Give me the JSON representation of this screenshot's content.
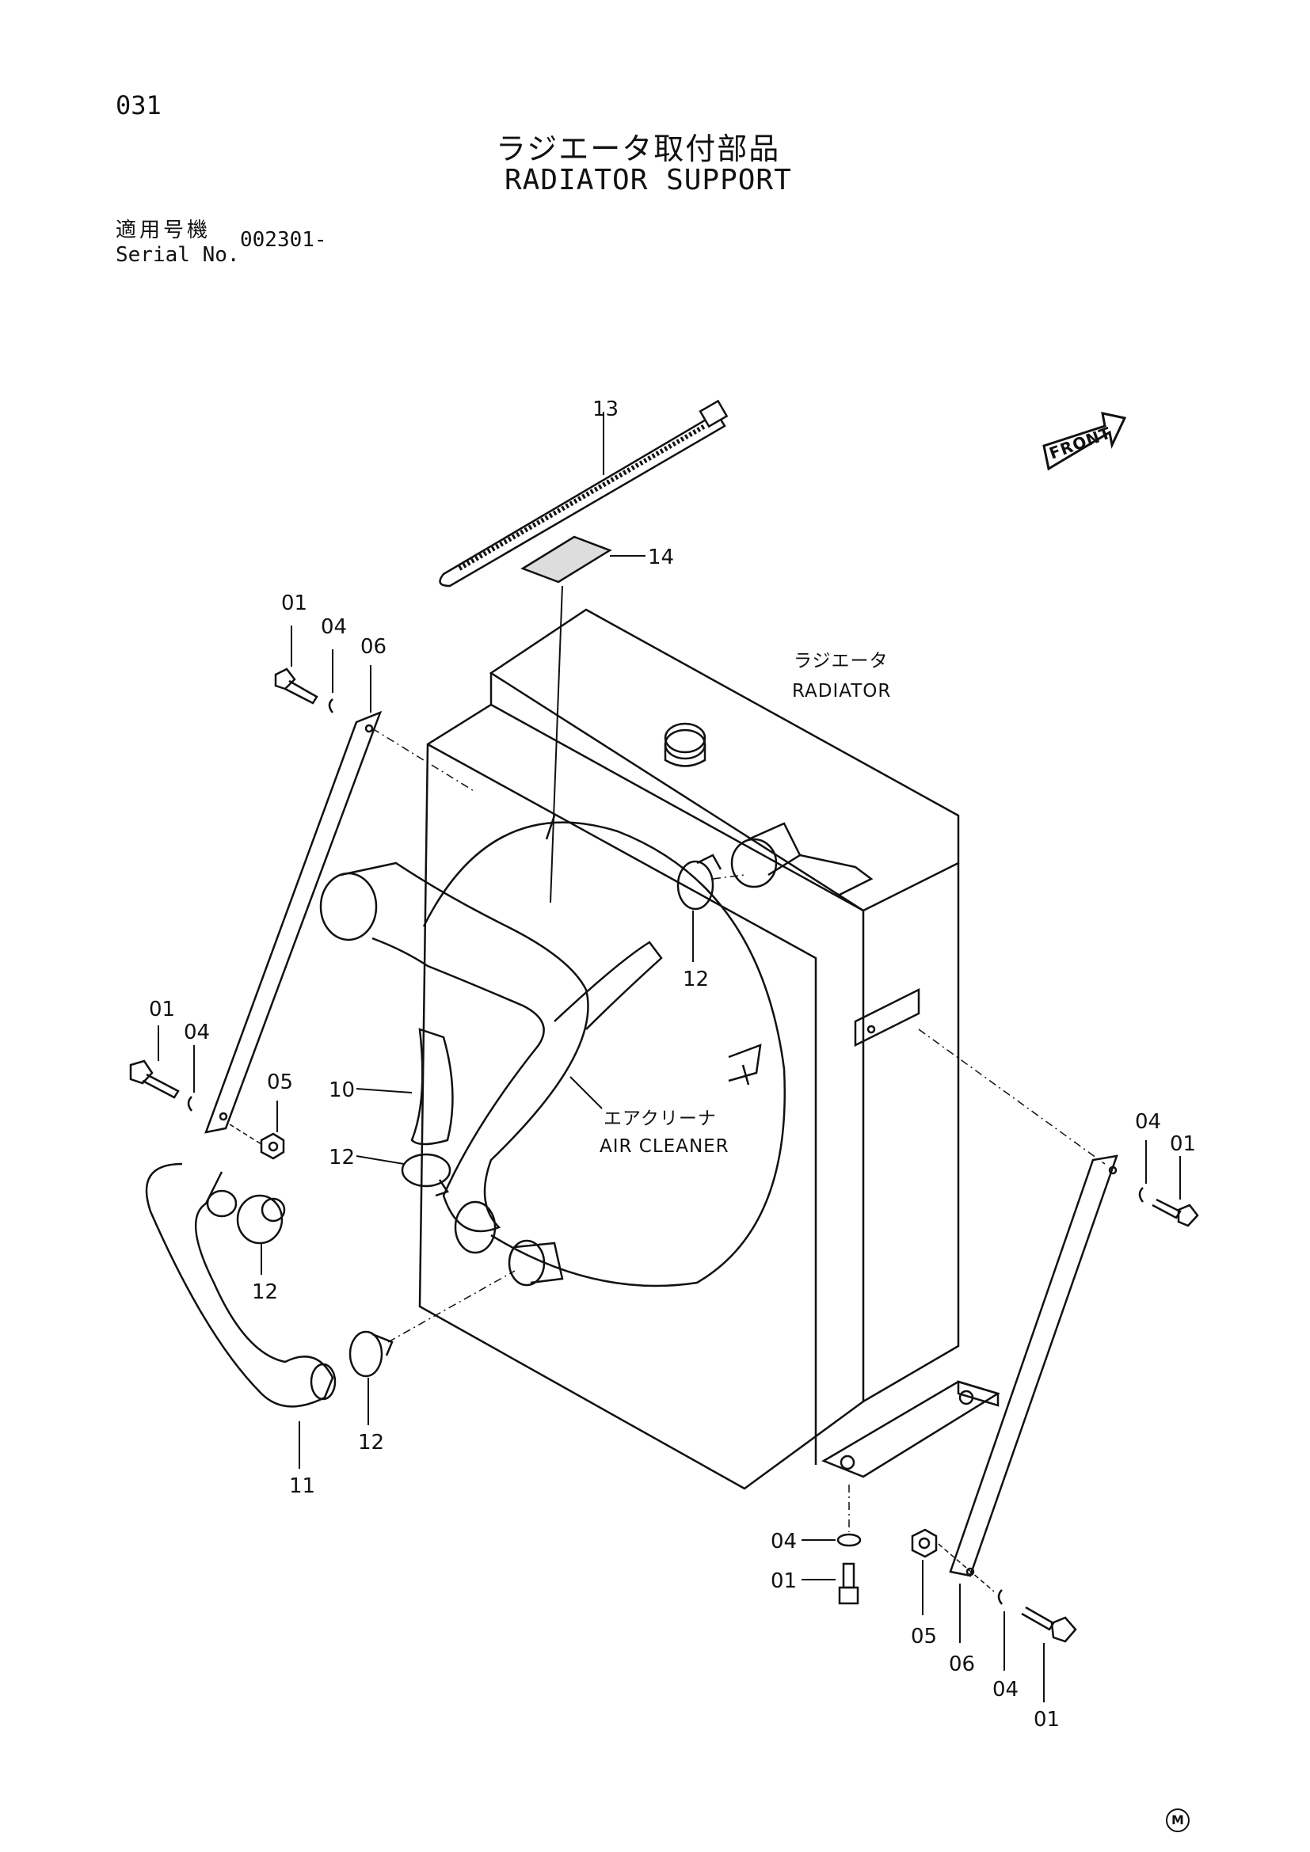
{
  "page_number": "031",
  "title_ja": "ラジエータ取付部品",
  "title_en": "RADIATOR SUPPORT",
  "serial": {
    "label_ja": "適用号機",
    "label_en": "Serial No.",
    "value": "002301-"
  },
  "direction_label": "FRONT",
  "components": {
    "radiator_ja": "ラジエータ",
    "radiator_en": "RADIATOR",
    "air_cleaner_ja": "エアクリーナ",
    "air_cleaner_en": "AIR CLEANER"
  },
  "callouts": {
    "c13": "13",
    "c14": "14",
    "c01_tl": "01",
    "c04_tl": "04",
    "c06_tl": "06",
    "c12_top": "12",
    "c01_ml": "01",
    "c04_ml": "04",
    "c05_ml": "05",
    "c10": "10",
    "c12_mid": "12",
    "c12_left": "12",
    "c12_low": "12",
    "c11": "11",
    "c04_r": "04",
    "c01_r": "01",
    "c04_b": "04",
    "c01_b": "01",
    "c05_br": "05",
    "c06_br": "06",
    "c04_br": "04",
    "c01_br": "01"
  },
  "mark": "M"
}
